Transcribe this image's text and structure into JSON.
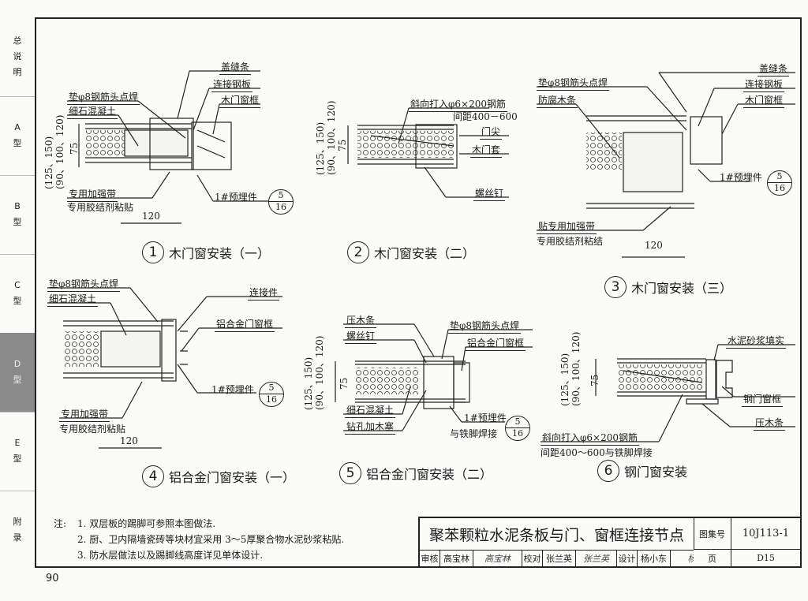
{
  "side_tabs": [
    {
      "label": "总\n说\n明",
      "active": false
    },
    {
      "label": "A\n型",
      "active": false
    },
    {
      "label": "B\n型",
      "active": false
    },
    {
      "label": "C\n型",
      "active": false
    },
    {
      "label": "D\n型",
      "active": true
    },
    {
      "label": "E\n型",
      "active": false
    },
    {
      "label": "附\n录",
      "active": false
    }
  ],
  "common": {
    "thickness_a": "(125、150)",
    "thickness_b": "(90、100、120)",
    "dim_75": "75",
    "dim_120": "120",
    "ref_top": "5",
    "ref_bottom": "16"
  },
  "details": {
    "d1": {
      "num": "1",
      "title": "木门窗安装（一）",
      "labels": [
        "盖缝条",
        "垫φ8钢筋头点焊",
        "连接钢板",
        "细石混凝土",
        "木门窗框",
        "专用加强带",
        "专用胶结剂粘贴",
        "1#预埋件"
      ]
    },
    "d2": {
      "num": "2",
      "title": "木门窗安装（二）",
      "labels": [
        "斜向打入φ6×200钢筋",
        "间距400－600",
        "门尖",
        "木门套",
        "螺丝钉"
      ]
    },
    "d3": {
      "num": "3",
      "title": "木门窗安装（三）",
      "labels": [
        "盖缝条",
        "垫φ8钢筋头点焊",
        "连接钢板",
        "防腐木条",
        "木门窗框",
        "1#预埋件",
        "贴专用加强带",
        "专用胶结剂粘结"
      ]
    },
    "d4": {
      "num": "4",
      "title": "铝合金门窗安装（一）",
      "labels": [
        "垫φ8钢筋头点焊",
        "细石混凝土",
        "连接件",
        "铝合金门窗框",
        "1#预埋件",
        "专用加强带",
        "专用胶结剂粘贴"
      ]
    },
    "d5": {
      "num": "5",
      "title": "铝合金门窗安装（二）",
      "labels": [
        "压木条",
        "垫φ8钢筋头点焊",
        "螺丝钉",
        "铝合金门窗框",
        "细石混凝土",
        "钻孔加木塞",
        "1#预埋件",
        "与铁脚焊接"
      ]
    },
    "d6": {
      "num": "6",
      "title": "钢门窗安装",
      "labels": [
        "水泥砂浆填实",
        "钢门窗框",
        "压木条",
        "斜向打入φ6×200钢筋",
        "间距400～600与铁脚焊接"
      ]
    }
  },
  "notes": {
    "prefix": "注:",
    "items": [
      "1.  双层板的踢脚可参照本图做法.",
      "2.  厨、卫内隔墙瓷砖等块材宜采用 3～5厚聚合物水泥砂浆粘贴.",
      "3.  防水层做法以及踢脚线高度详见单体设计."
    ]
  },
  "title_block": {
    "title": "聚苯颗粒水泥条板与门、窗框连接节点",
    "atlas_label": "图集号",
    "atlas_no": "10J113-1",
    "page_label": "页",
    "page_no": "D15",
    "review_label": "审核",
    "reviewer": "高宝林",
    "reviewer_sign": "高宝林",
    "check_label": "校对",
    "checker": "张兰英",
    "checker_sign": "张兰英",
    "design_label": "设计",
    "designer": "杨小东",
    "designer_sign": "杨小东"
  },
  "page_number": "90"
}
